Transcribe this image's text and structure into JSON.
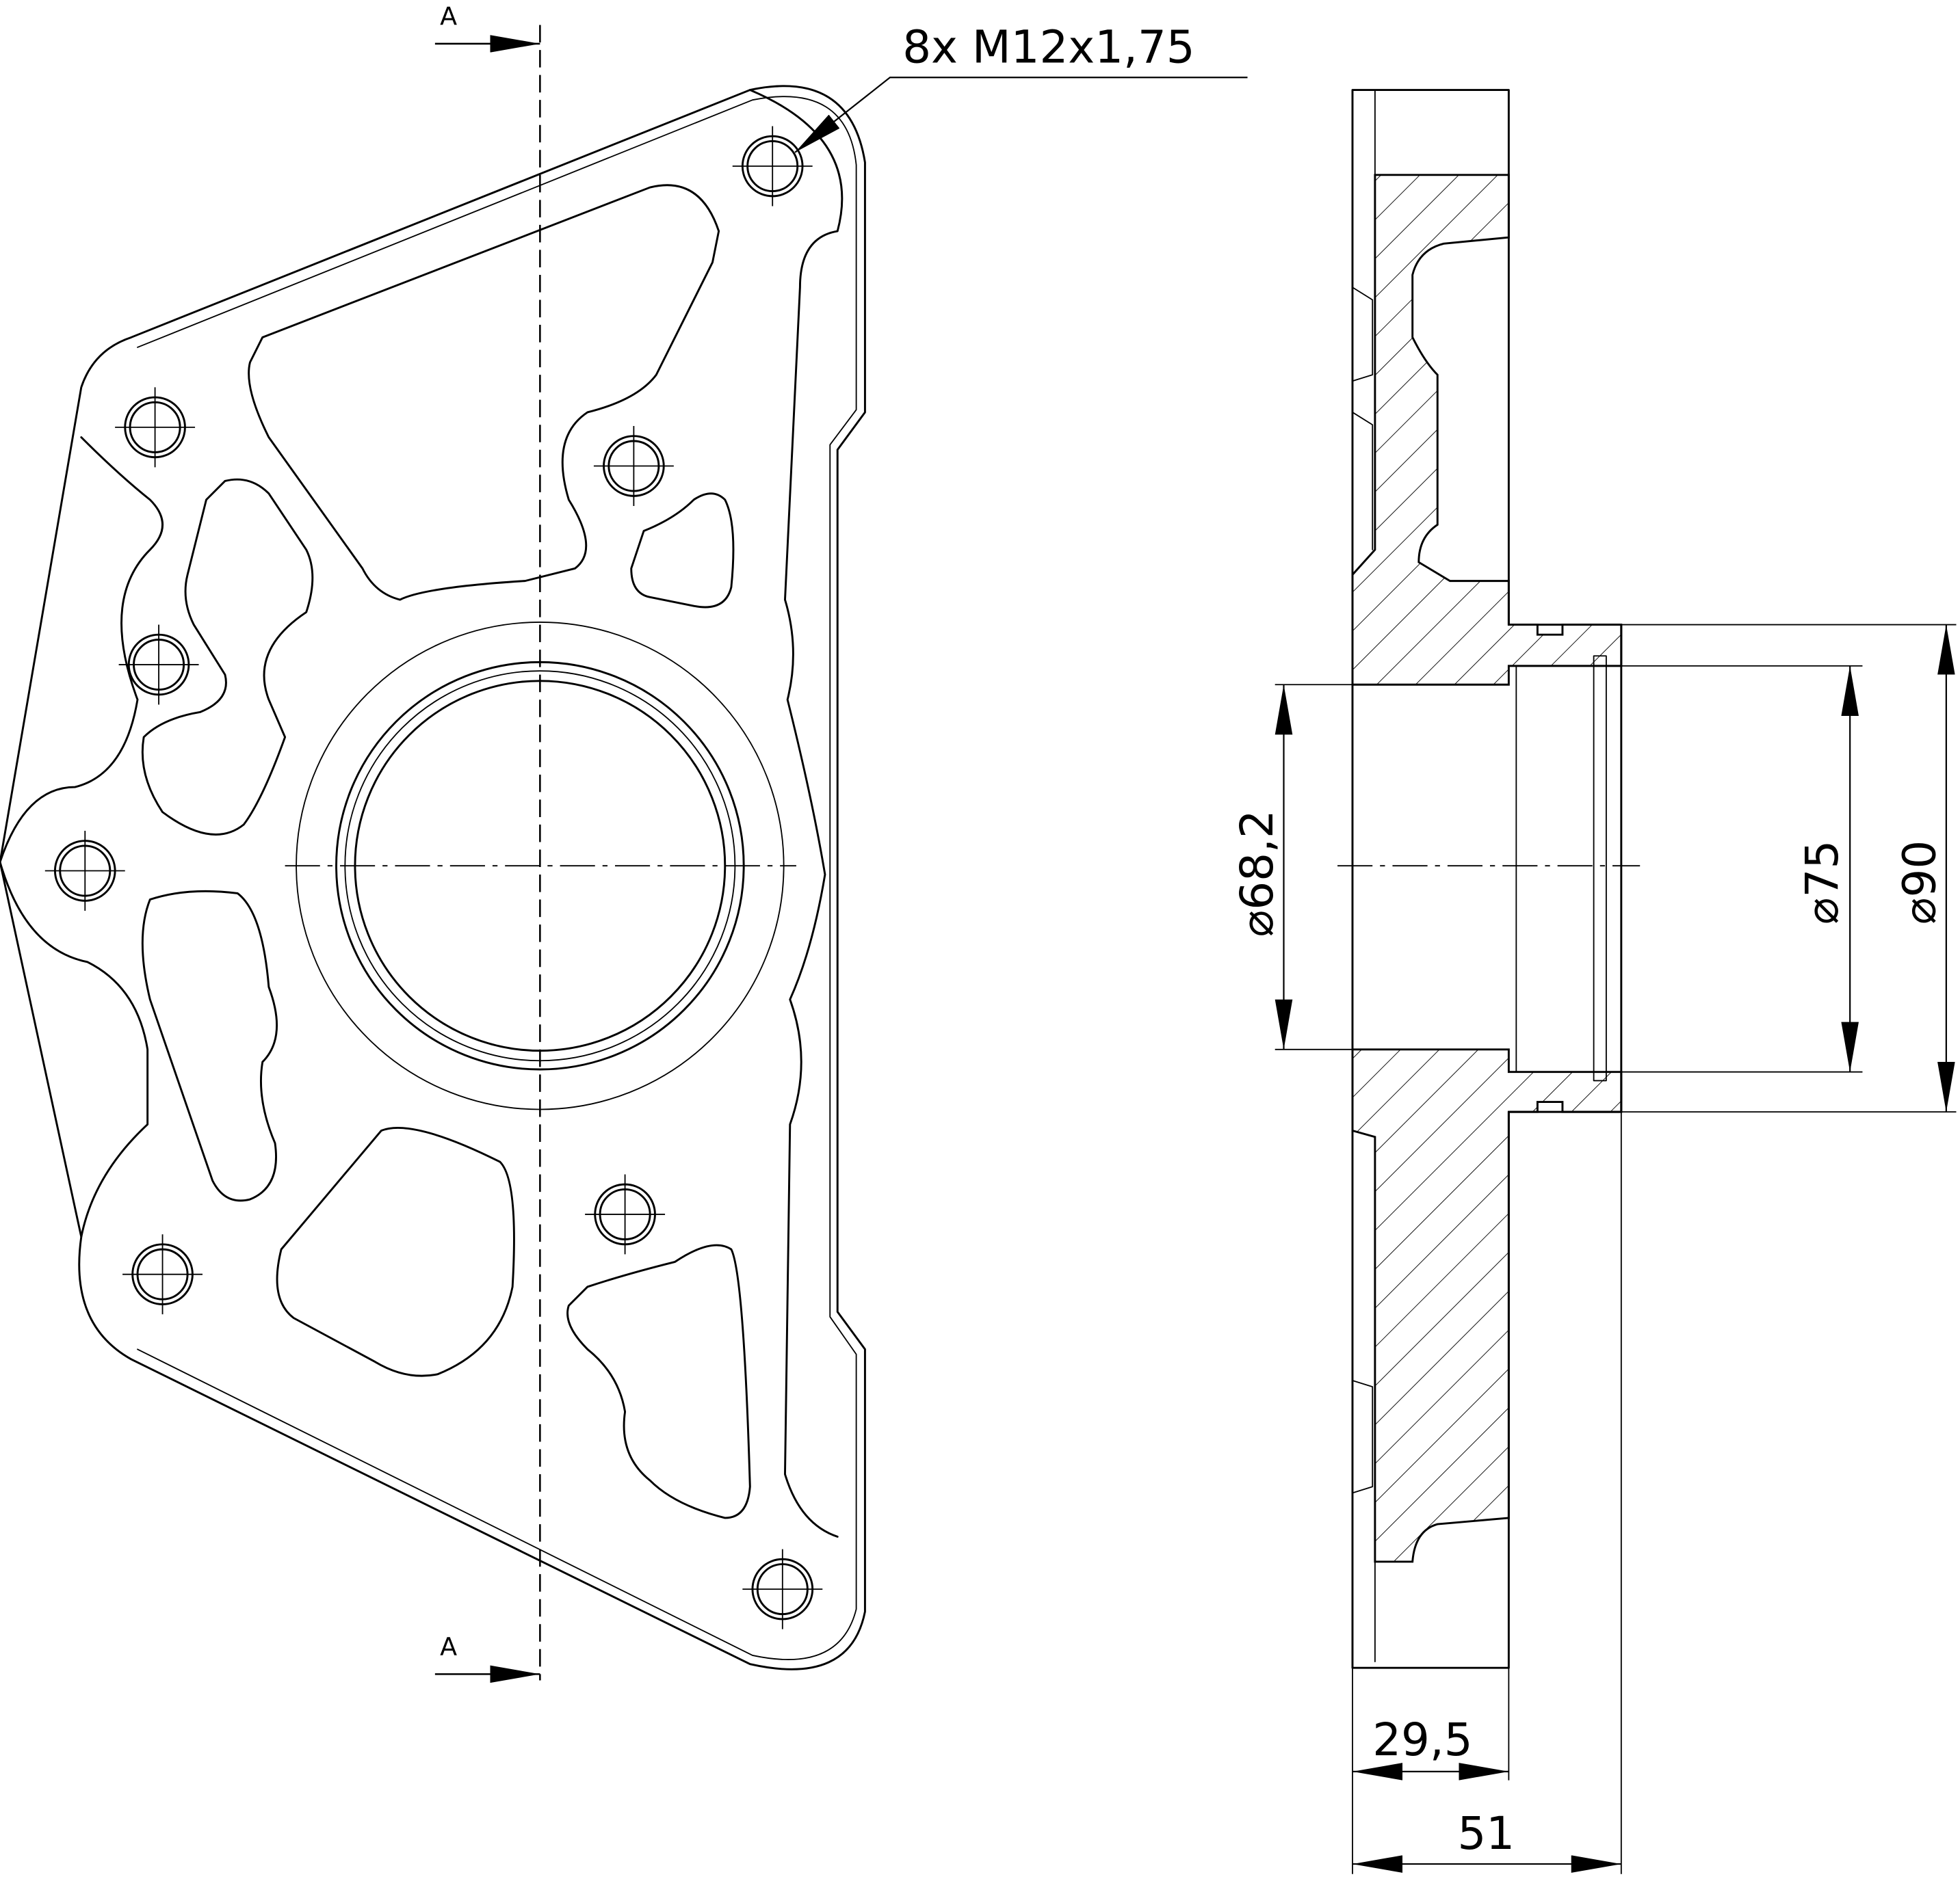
{
  "front_view": {
    "section_label_top": "A",
    "section_label_bottom": "A",
    "thread_callout": "8x M12x1,75"
  },
  "section_view": {
    "dim_bore": "⌀68,2",
    "dim_inner": "⌀75",
    "dim_outer": "⌀90",
    "dim_flange_width": "29,5",
    "dim_total_width": "51"
  }
}
